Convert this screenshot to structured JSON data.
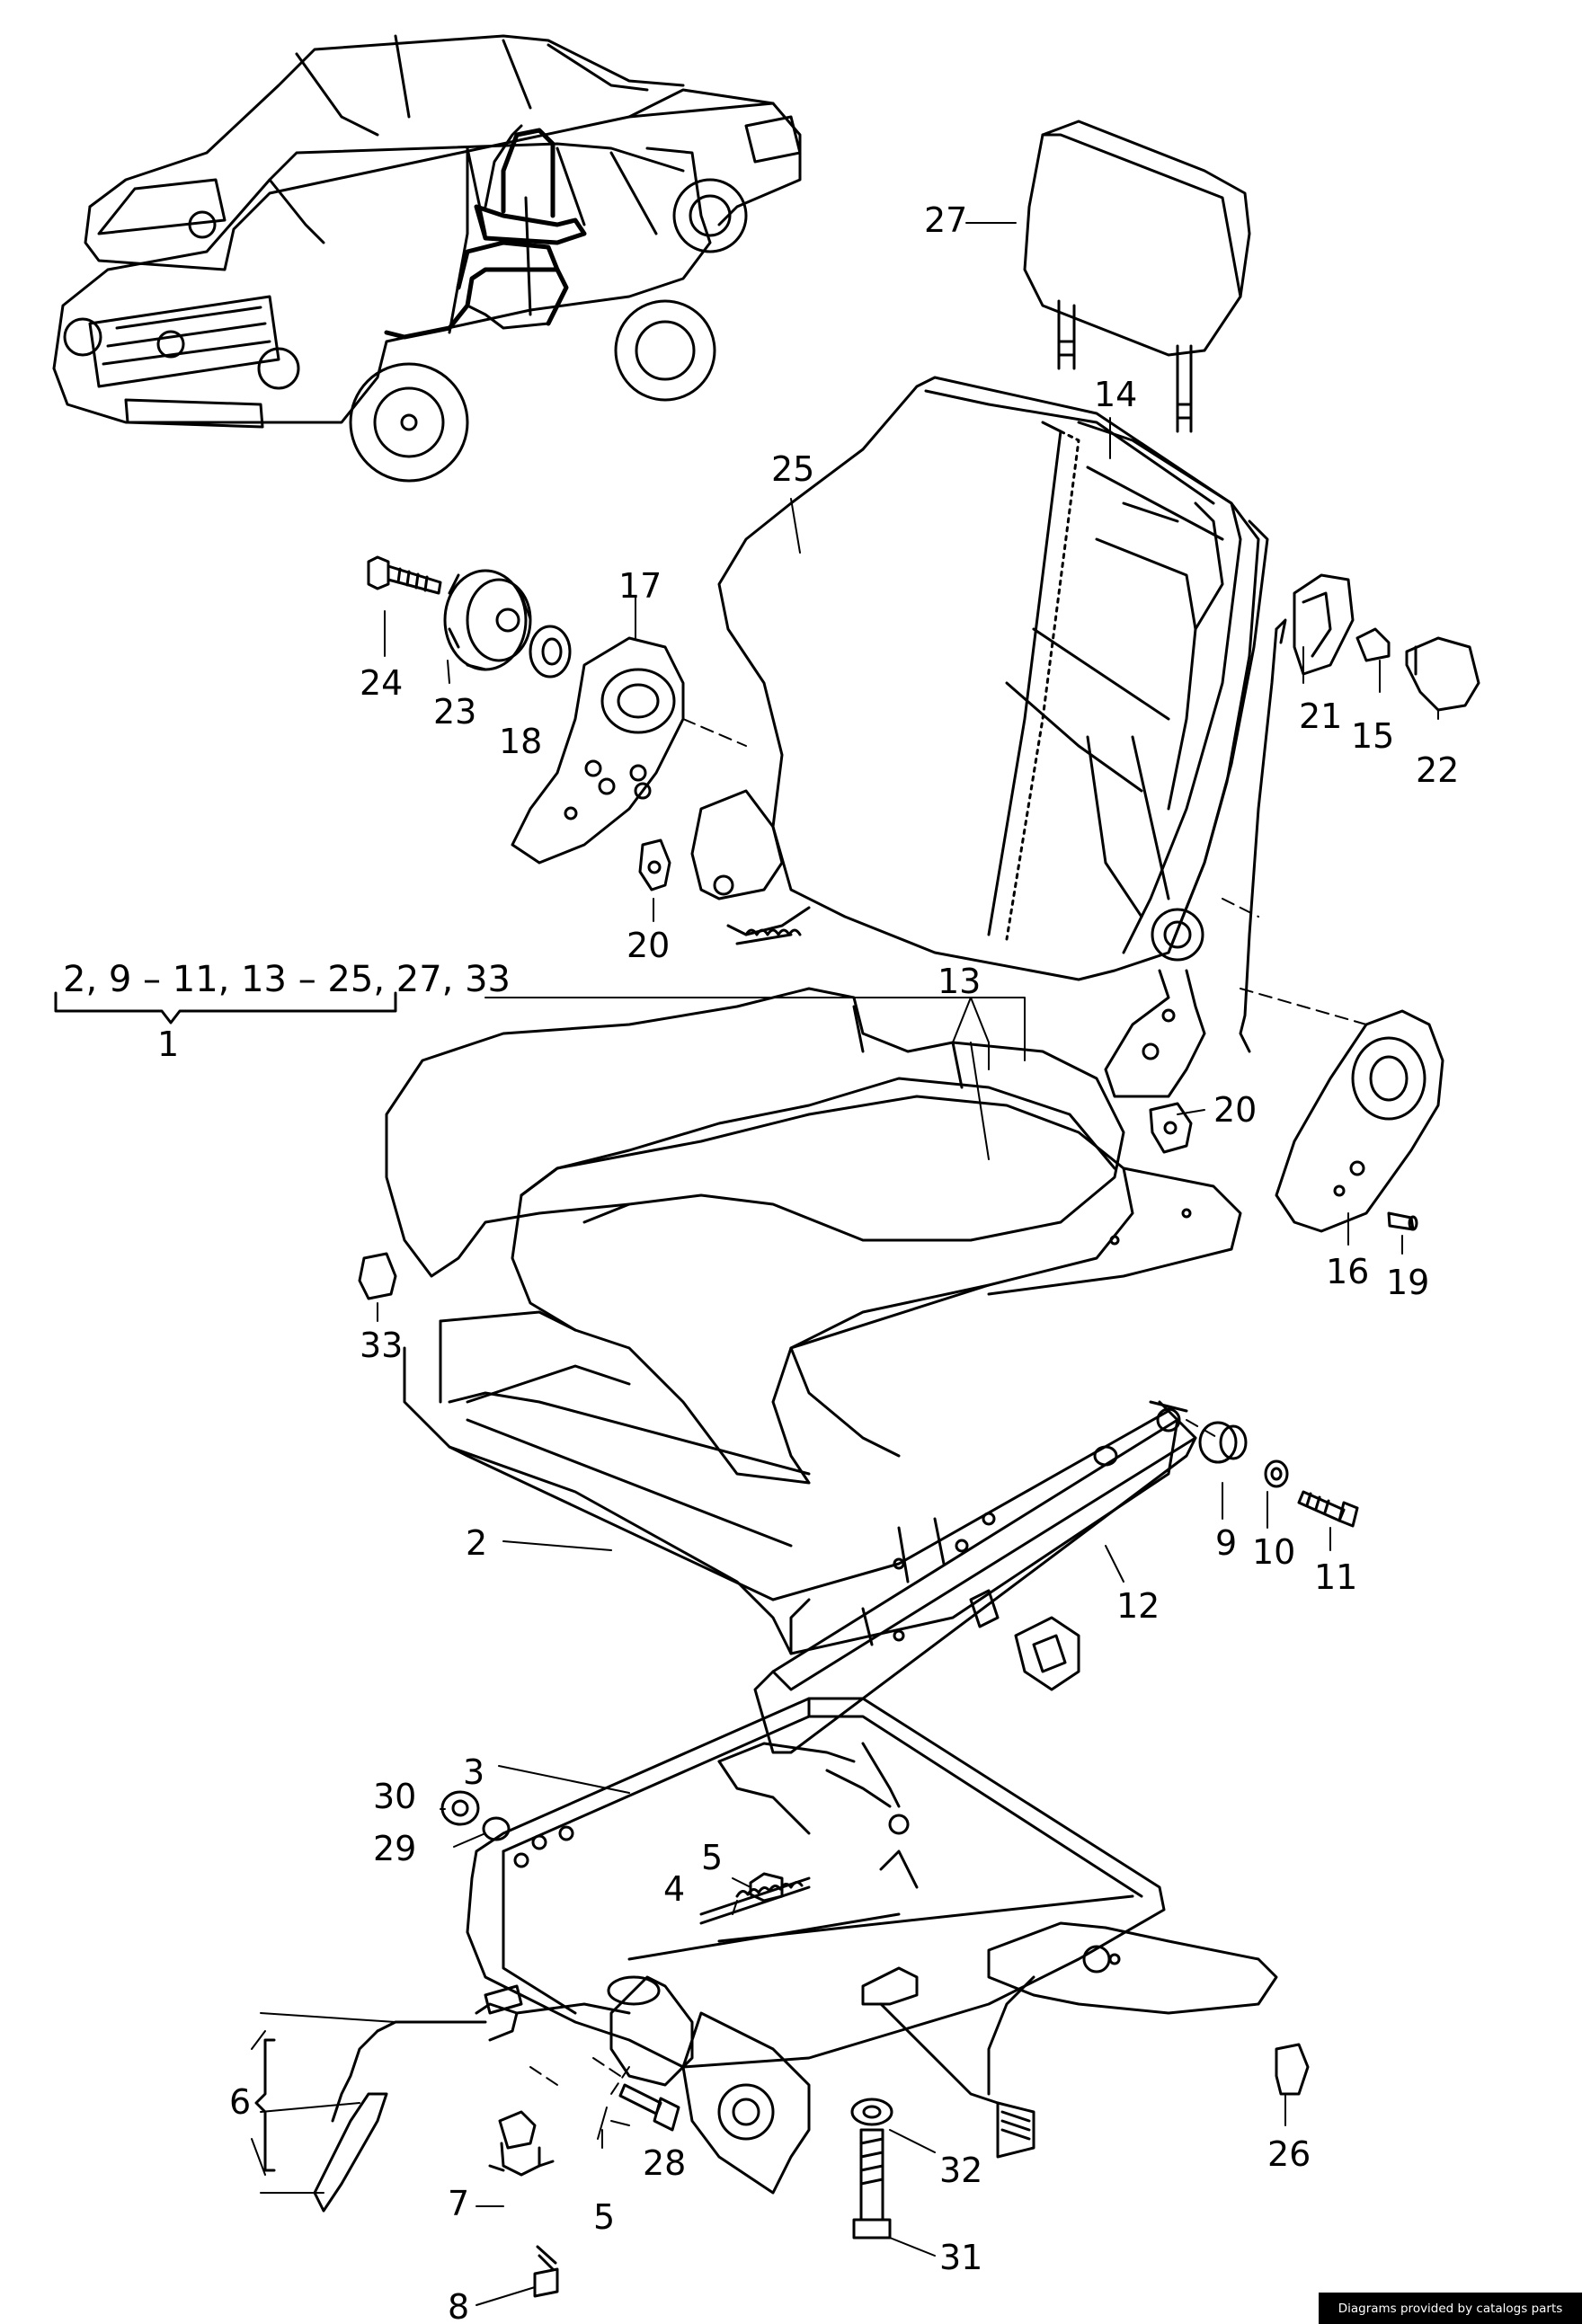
{
  "labels": {
    "l1": "1",
    "l2": "2",
    "l3": "3",
    "l4": "4",
    "l5a": "5",
    "l5b": "5",
    "l6": "6",
    "l7": "7",
    "l8": "8",
    "l9": "9",
    "l10": "10",
    "l11": "11",
    "l12": "12",
    "l13": "13",
    "l14": "14",
    "l15": "15",
    "l16": "16",
    "l17": "17",
    "l18": "18",
    "l19": "19",
    "l20a": "20",
    "l20b": "20",
    "l21": "21",
    "l22": "22",
    "l23": "23",
    "l24": "24",
    "l25": "25",
    "l26": "26",
    "l27": "27",
    "l28": "28",
    "l29": "29",
    "l30": "30",
    "l31": "31",
    "l32": "32",
    "l33": "33"
  },
  "group_label": "2, 9 – 11, 13 – 25, 27, 33",
  "credit": "Diagrams provided by catalogs parts"
}
